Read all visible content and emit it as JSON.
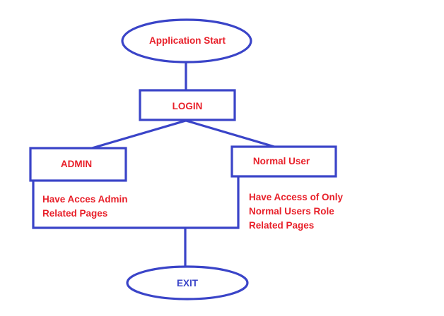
{
  "nodes": {
    "start": {
      "label": "Application Start"
    },
    "login": {
      "label": "LOGIN"
    },
    "admin": {
      "label": "ADMIN"
    },
    "normal_user": {
      "label": "Normal User"
    },
    "exit": {
      "label": "EXIT"
    }
  },
  "notes": {
    "admin": {
      "lines": [
        "Have Acces Admin",
        "Related Pages"
      ]
    },
    "normal_user": {
      "lines": [
        "Have Access of Only",
        "Normal Users Role",
        "Related Pages"
      ]
    }
  },
  "colors": {
    "stroke": "#3a44c8",
    "label_red": "#e8202a",
    "label_blue": "#3a44c8",
    "background": "#ffffff"
  }
}
